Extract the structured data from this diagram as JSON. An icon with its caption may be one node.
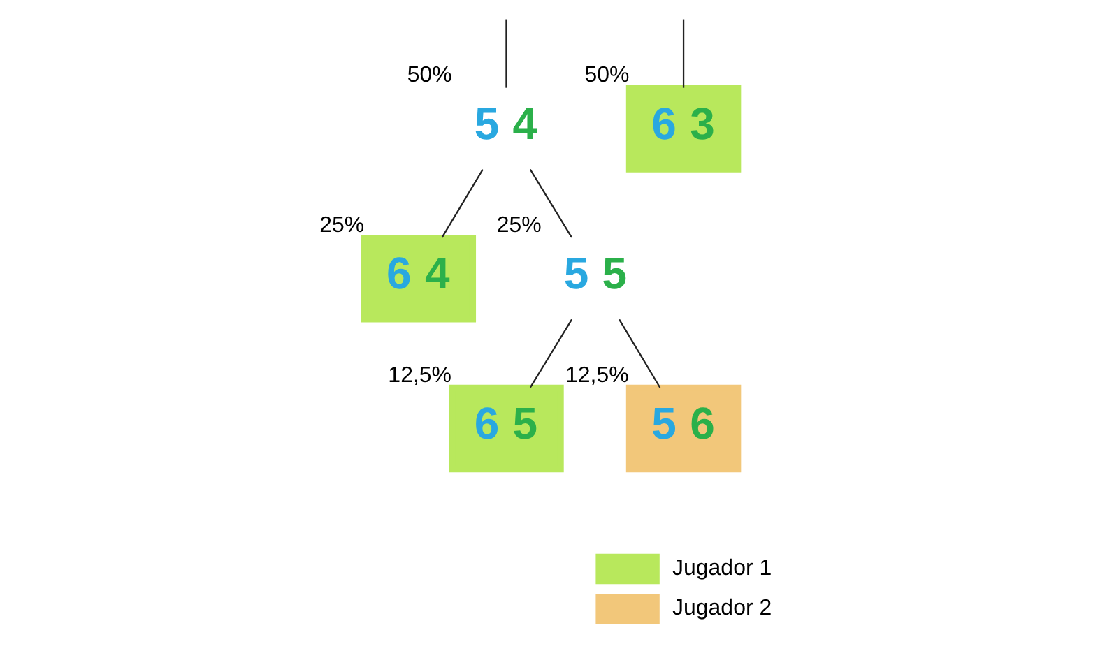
{
  "diagram": {
    "nodes": [
      {
        "text": [
          "5",
          "4"
        ],
        "beside": [
          "50%"
        ]
      },
      {
        "text": [
          "6",
          "3"
        ],
        "beside": [
          "50%"
        ]
      },
      {
        "text": [
          "6",
          "4"
        ],
        "beside": [
          "25%"
        ]
      },
      {
        "text": [
          "5",
          "5"
        ],
        "beside": [
          "25%"
        ]
      },
      {
        "text": [
          "6",
          "5"
        ],
        "beside": [
          "12,5%"
        ]
      },
      {
        "text": [
          "5",
          "6"
        ],
        "beside": [
          "12,5%"
        ]
      }
    ],
    "edges": [
      {
        "from": null,
        "to": 0,
        "arrow": "none"
      },
      {
        "from": null,
        "to": 1,
        "arrow": "none"
      },
      {
        "from": 0,
        "to": 2,
        "arrow": "none"
      },
      {
        "from": 0,
        "to": 3,
        "arrow": "none"
      },
      {
        "from": 3,
        "to": 4,
        "arrow": "none"
      },
      {
        "from": 3,
        "to": 5,
        "arrow": "none"
      }
    ],
    "legend": [
      {
        "text": "Jugador 1",
        "color": "#b8e85c"
      },
      {
        "text": "Jugador 2",
        "color": "#f2c77a"
      }
    ]
  }
}
